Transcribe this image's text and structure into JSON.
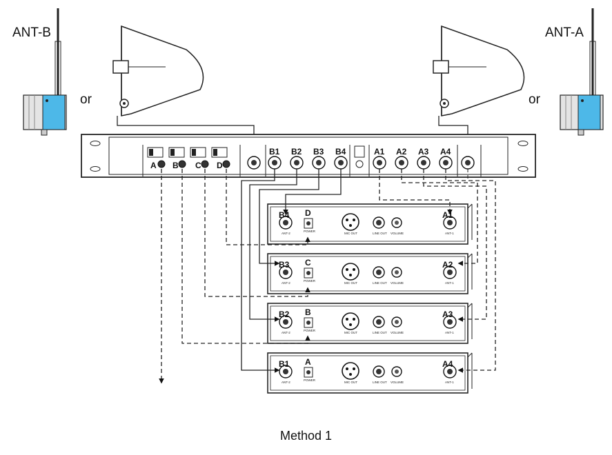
{
  "antennas": {
    "left_label": "ANT-B",
    "right_label": "ANT-A",
    "or_text": "or",
    "active_color": "#4db8e8"
  },
  "rack": {
    "input_letters": [
      "A",
      "B",
      "C",
      "D"
    ],
    "b_outputs": [
      "B1",
      "B2",
      "B3",
      "B4"
    ],
    "a_outputs": [
      "A1",
      "A2",
      "A3",
      "A4"
    ]
  },
  "receivers": [
    {
      "channel": "D",
      "ant2_label": "B4",
      "ant1_label": "A1"
    },
    {
      "channel": "C",
      "ant2_label": "B3",
      "ant1_label": "A2"
    },
    {
      "channel": "B",
      "ant2_label": "B2",
      "ant1_label": "A3"
    },
    {
      "channel": "A",
      "ant2_label": "B1",
      "ant1_label": "A4"
    }
  ],
  "receiver_small_labels": {
    "ant2": "ANT-2",
    "ant1": "ANT-1",
    "power": "POWER",
    "mic_out": "MIC OUT",
    "line_out": "LINE OUT",
    "volume": "VOLUME"
  },
  "caption": "Method 1"
}
